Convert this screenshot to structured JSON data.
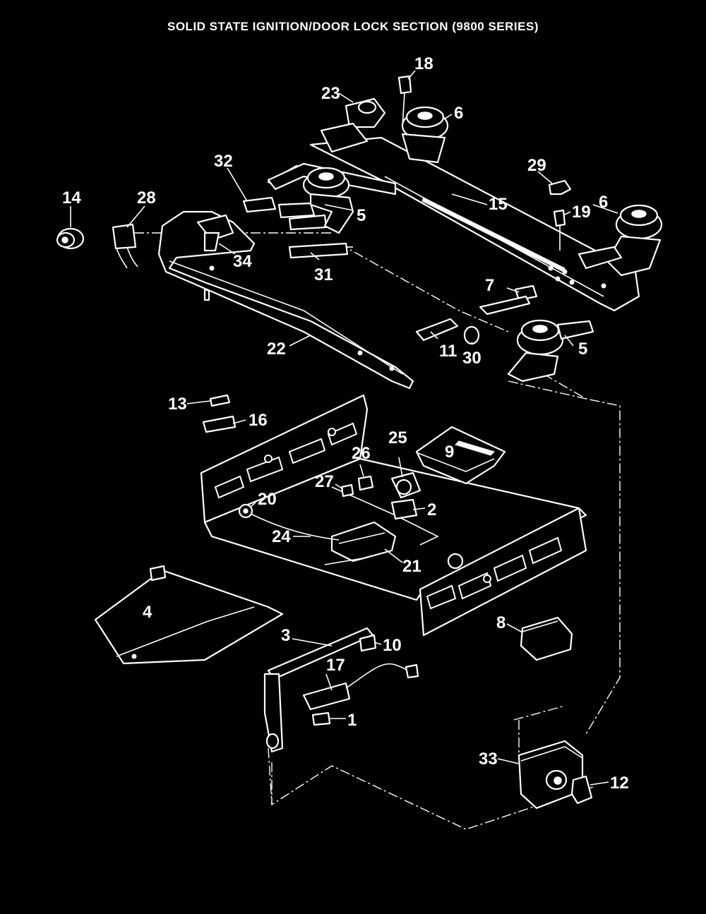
{
  "title": "SOLID STATE IGNITION/DOOR LOCK SECTION (9800 SERIES)",
  "callouts": {
    "p1": "1",
    "p2": "2",
    "p3": "3",
    "p4": "4",
    "p5a": "5",
    "p5b": "5",
    "p6a": "6",
    "p6b": "6",
    "p7": "7",
    "p8": "8",
    "p9": "9",
    "p10": "10",
    "p11": "11",
    "p12": "12",
    "p13": "13",
    "p14": "14",
    "p15": "15",
    "p16": "16",
    "p17": "17",
    "p18": "18",
    "p19": "19",
    "p20": "20",
    "p21": "21",
    "p22": "22",
    "p23": "23",
    "p24": "24",
    "p25": "25",
    "p26": "26",
    "p27": "27",
    "p28": "28",
    "p29": "29",
    "p30": "30",
    "p31": "31",
    "p32": "32",
    "p33": "33",
    "p34": "34"
  }
}
